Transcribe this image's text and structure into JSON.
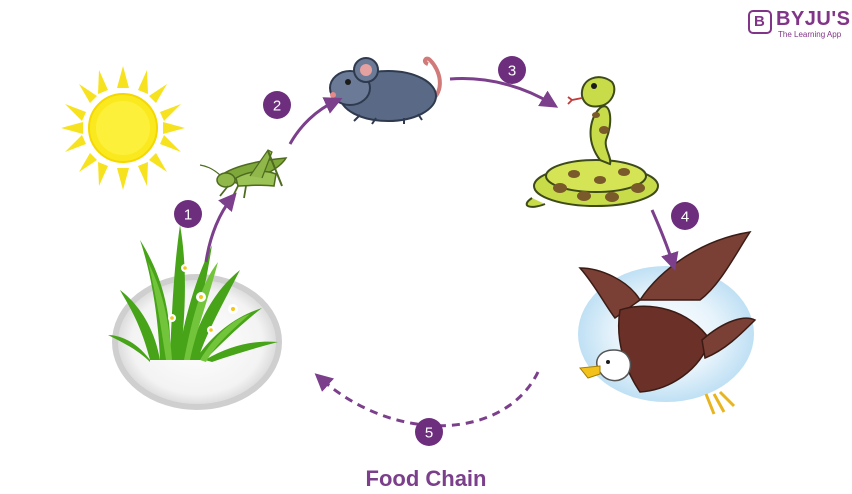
{
  "brand": {
    "name": "BYJU'S",
    "badge_letter": "B",
    "tagline": "The Learning App",
    "color": "#813588"
  },
  "caption": "Food Chain",
  "accent_color": "#7b3f8c",
  "organisms": [
    {
      "id": "sun",
      "icon": "sun-icon"
    },
    {
      "id": "grass",
      "icon": "grass-icon"
    },
    {
      "id": "grasshopper",
      "icon": "grasshopper-icon"
    },
    {
      "id": "mouse",
      "icon": "mouse-icon"
    },
    {
      "id": "snake",
      "icon": "snake-icon"
    },
    {
      "id": "eagle",
      "icon": "eagle-icon"
    }
  ],
  "steps": [
    {
      "number": "1",
      "from": "grass",
      "to": "grasshopper",
      "style": "solid"
    },
    {
      "number": "2",
      "from": "grasshopper",
      "to": "mouse",
      "style": "solid"
    },
    {
      "number": "3",
      "from": "mouse",
      "to": "snake",
      "style": "solid"
    },
    {
      "number": "4",
      "from": "snake",
      "to": "eagle",
      "style": "solid"
    },
    {
      "number": "5",
      "from": "eagle",
      "to": "grass",
      "style": "dashed"
    }
  ]
}
